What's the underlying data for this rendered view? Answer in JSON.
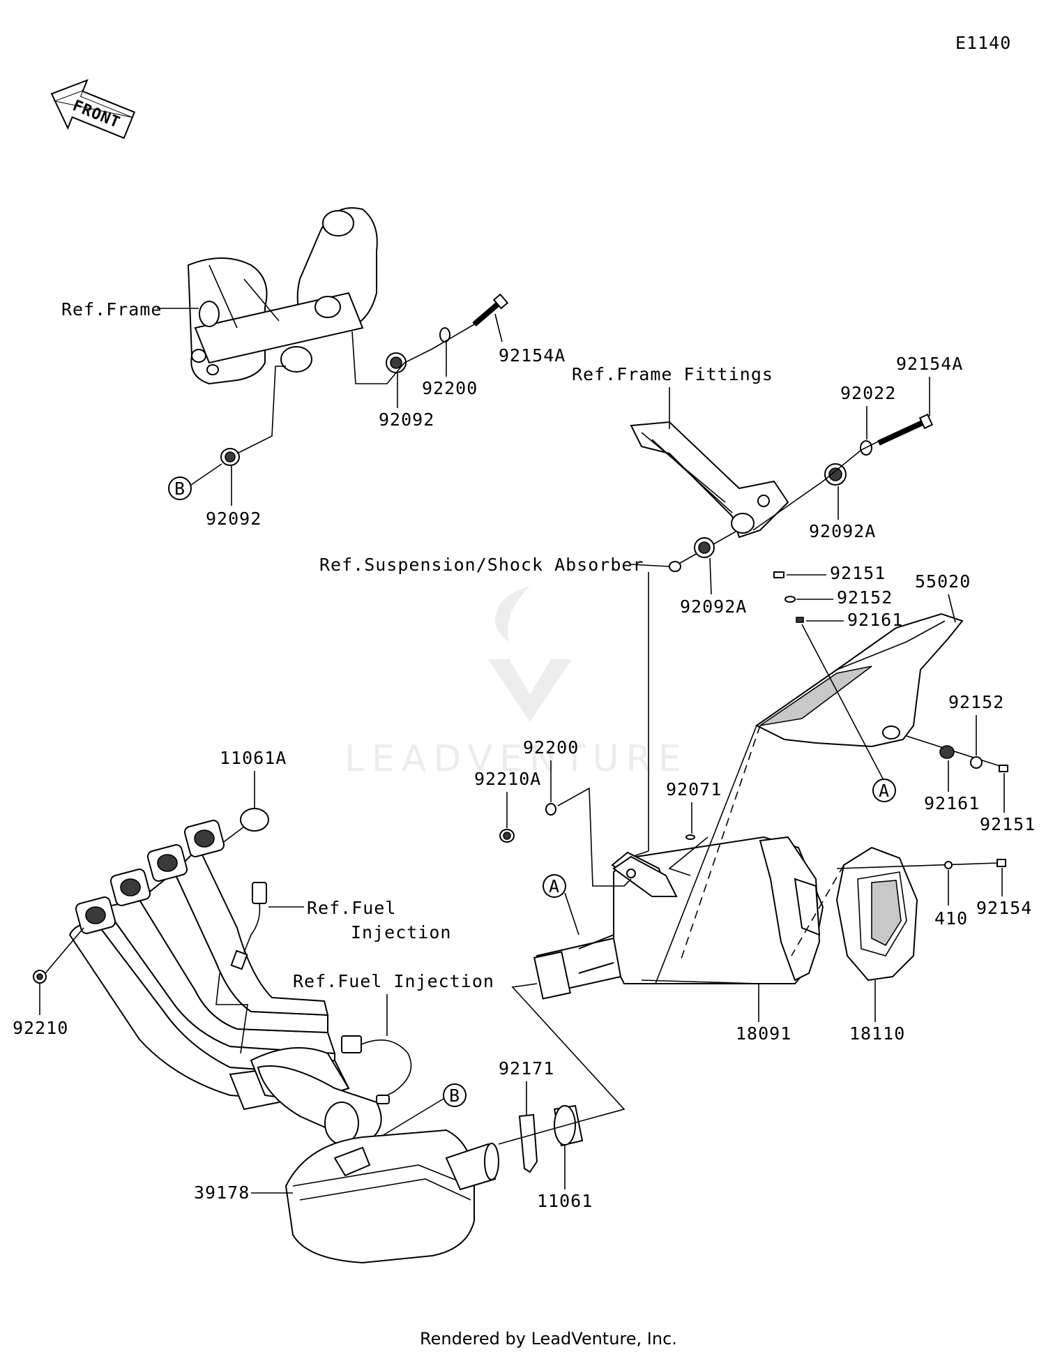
{
  "diagram_code": "E1140",
  "front_arrow_label": "FRONT",
  "watermark": "LEADVENTURE",
  "footer": "Rendered by LeadVenture, Inc.",
  "references": {
    "frame": "Ref.Frame",
    "frame_fittings": "Ref.Frame Fittings",
    "suspension": "Ref.Suspension/Shock Absorber",
    "fuel_injection_1_line1": "Ref.Fuel",
    "fuel_injection_1_line2": "Injection",
    "fuel_injection_2": "Ref.Fuel Injection"
  },
  "callouts": {
    "a1": "A",
    "a2": "A",
    "b1": "B",
    "b2": "B"
  },
  "parts": {
    "p92154A_1": "92154A",
    "p92200_1": "92200",
    "p92092_1": "92092",
    "p92092_2": "92092",
    "p92154A_2": "92154A",
    "p92022": "92022",
    "p92092A_1": "92092A",
    "p92092A_2": "92092A",
    "p92151_1": "92151",
    "p92152_1": "92152",
    "p92161_1": "92161",
    "p55020": "55020",
    "p92152_2": "92152",
    "p92161_2": "92161",
    "p92151_2": "92151",
    "p11061A": "11061A",
    "p92200_2": "92200",
    "p92210A": "92210A",
    "p92071": "92071",
    "p410": "410",
    "p92154": "92154",
    "p92210": "92210",
    "p18091": "18091",
    "p18110": "18110",
    "p92171": "92171",
    "p11061": "11061",
    "p39178": "39178"
  }
}
